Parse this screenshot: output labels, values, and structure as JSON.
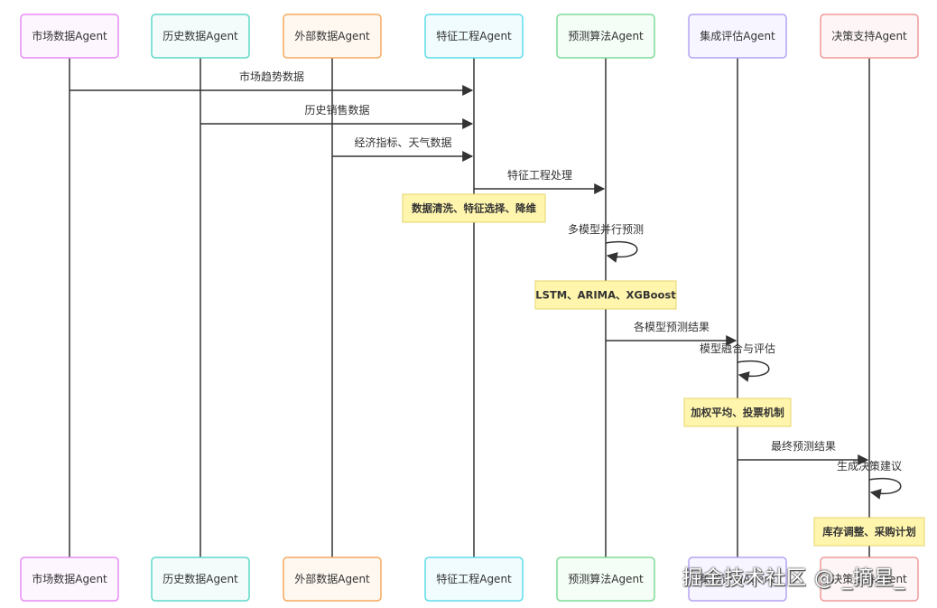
{
  "actors": [
    {
      "id": "market",
      "label": "市场数据Agent",
      "border": "#e98bf5",
      "fill": "#fdf6fe"
    },
    {
      "id": "history",
      "label": "历史数据Agent",
      "border": "#5fd8c9",
      "fill": "#f3fcfb"
    },
    {
      "id": "external",
      "label": "外部数据Agent",
      "border": "#f5a960",
      "fill": "#fff8f1"
    },
    {
      "id": "feature",
      "label": "特征工程Agent",
      "border": "#5fdcea",
      "fill": "#f1fcfe"
    },
    {
      "id": "predict",
      "label": "预测算法Agent",
      "border": "#7fdc98",
      "fill": "#f4fdf6"
    },
    {
      "id": "ensemble",
      "label": "集成评估Agent",
      "border": "#b5a3f2",
      "fill": "#f7f5ff"
    },
    {
      "id": "decision",
      "label": "决策支持Agent",
      "border": "#f09a9a",
      "fill": "#fef6f6"
    }
  ],
  "messages": [
    {
      "from": "market",
      "to": "feature",
      "label": "市场趋势数据"
    },
    {
      "from": "history",
      "to": "feature",
      "label": "历史销售数据"
    },
    {
      "from": "external",
      "to": "feature",
      "label": "经济指标、天气数据"
    },
    {
      "from": "feature",
      "to": "predict",
      "label": "特征工程处理"
    },
    {
      "from": "predict",
      "to": "predict",
      "label": "多模型并行预测"
    },
    {
      "from": "predict",
      "to": "ensemble",
      "label": "各模型预测结果"
    },
    {
      "from": "ensemble",
      "to": "ensemble",
      "label": "模型融合与评估"
    },
    {
      "from": "ensemble",
      "to": "decision",
      "label": "最终预测结果"
    },
    {
      "from": "decision",
      "to": "decision",
      "label": "生成决策建议"
    }
  ],
  "notes": [
    {
      "over": "feature",
      "label": "数据清洗、特征选择、降维"
    },
    {
      "over": "predict",
      "label": "LSTM、ARIMA、XGBoost"
    },
    {
      "over": "ensemble",
      "label": "加权平均、投票机制"
    },
    {
      "over": "decision",
      "label": "库存调整、采购计划"
    }
  ],
  "colors": {
    "line": "#333333",
    "note_fill": "#fff5ad",
    "note_border": "#e6d56b"
  },
  "watermark": "掘金技术社区 @ _摘星_"
}
